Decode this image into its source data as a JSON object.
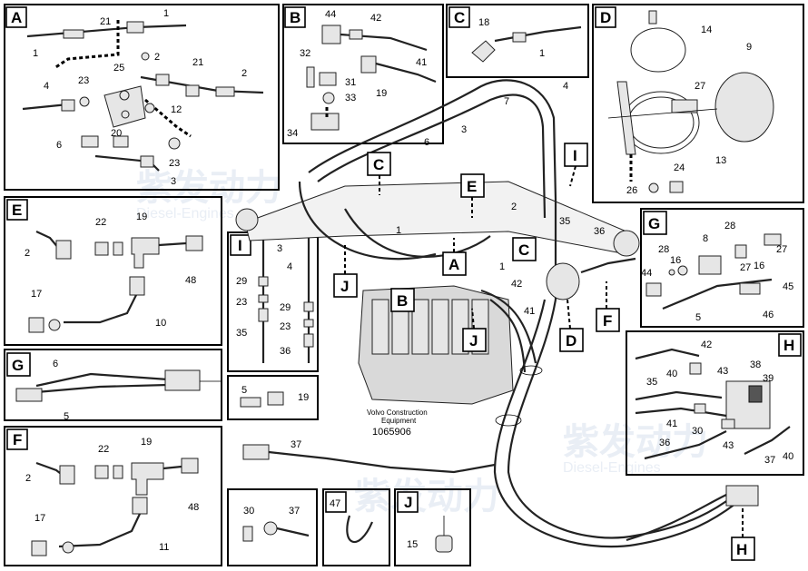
{
  "watermark": {
    "brand": "紫发动力",
    "sub": "Diesel-Engines"
  },
  "caption": {
    "line1": "Volvo Construction",
    "line2": "Equipment",
    "number": "1065906"
  },
  "tags": {
    "A": "A",
    "B": "B",
    "C": "C",
    "D": "D",
    "E": "E",
    "F": "F",
    "G": "G",
    "H": "H",
    "I": "I",
    "J": "J"
  },
  "callouts": {
    "A": [
      "1",
      "21",
      "1",
      "25",
      "2",
      "21",
      "2",
      "4",
      "23",
      "12",
      "6",
      "20",
      "23",
      "3"
    ],
    "B": [
      "44",
      "42",
      "32",
      "31",
      "33",
      "41",
      "19",
      "34"
    ],
    "C": [
      "18",
      "1"
    ],
    "D": [
      "14",
      "9",
      "27",
      "13",
      "24",
      "26"
    ],
    "E": [
      "2",
      "22",
      "19",
      "48",
      "17",
      "10"
    ],
    "F": [
      "2",
      "22",
      "19",
      "48",
      "17",
      "11"
    ],
    "G": [
      "6",
      "5"
    ],
    "G2": [
      "5",
      "19"
    ],
    "I": [
      "3",
      "4",
      "29",
      "23",
      "35",
      "29",
      "23",
      "36"
    ],
    "J": [
      "15"
    ],
    "box47": [
      "47"
    ],
    "box30": [
      "30",
      "37"
    ],
    "H": [
      "42",
      "38",
      "40",
      "43",
      "35",
      "39",
      "41",
      "30",
      "36",
      "43",
      "37",
      "40"
    ],
    "Gr": [
      "28",
      "27",
      "8",
      "28",
      "16",
      "27",
      "16",
      "44",
      "45",
      "5",
      "46"
    ],
    "main": [
      "3",
      "7",
      "4",
      "6",
      "1",
      "2",
      "35",
      "36",
      "1",
      "42",
      "41",
      "37"
    ]
  }
}
